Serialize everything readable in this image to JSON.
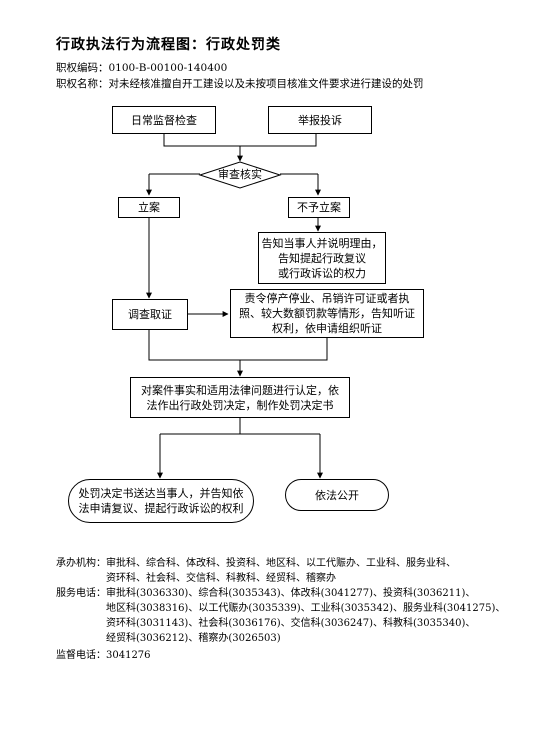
{
  "header": {
    "title": "行政执法行为流程图：行政处罚类",
    "code_label": "职权编码：",
    "code_value": "0100-B-00100-140400",
    "name_label": "职权名称：",
    "name_value": "对未经核准擅自开工建设以及未按项目核准文件要求进行建设的处罚"
  },
  "flow": {
    "daily_check": "日常监督检查",
    "report": "举报投诉",
    "review": "审查核实",
    "file_case": "立案",
    "not_file": "不予立案",
    "notify_not_file": [
      "告知当事人并说明理由，",
      "告知提起行政复议",
      "或行政诉讼的权力"
    ],
    "investigate": "调查取证",
    "hearing_notice": [
      "责令停产停业、吊销许可证或者执",
      "照、较大数额罚款等情形，告知听证",
      "权利，依申请组织听证"
    ],
    "decide": [
      "对案件事实和适用法律问题进行认定，依",
      "法作出行政处罚决定，制作处罚决定书"
    ],
    "deliver": [
      "处罚决定书送达当事人，并告知依",
      "法申请复议、提起行政诉讼的权利"
    ],
    "disclose": "依法公开"
  },
  "footer": {
    "org_label": "承办机构：",
    "org_line1": "审批科、综合科、体改科、投资科、地区科、以工代赈办、工业科、服务业科、",
    "org_line2": "资环科、社会科、交信科、科教科、经贸科、稽察办",
    "phone_label": "服务电话：",
    "phone_line1": "审批科(3036330)、综合科(3035343)、体改科(3041277)、投资科(3036211)、",
    "phone_line2": "地区科(3038316)、以工代赈办(3035339)、工业科(3035342)、服务业科(3041275)、",
    "phone_line3": "资环科(3031143)、社会科(3036176)、交信科(3036247)、科教科(3035340)、",
    "phone_line4": "经贸科(3036212)、稽察办(3026503)",
    "supervise_label": "监督电话：",
    "supervise_value": "3041276"
  }
}
